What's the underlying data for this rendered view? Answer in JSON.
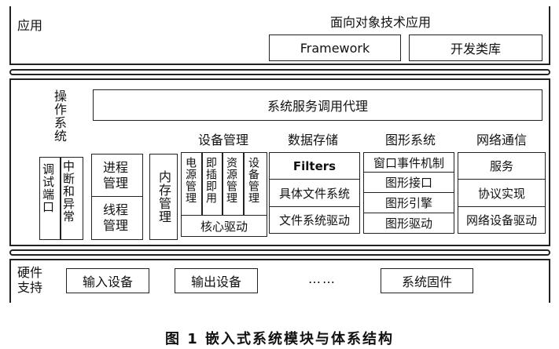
{
  "app": {
    "label": "应用",
    "oo_title": "面向对象技术应用",
    "framework": "Framework",
    "devlib": "开发类库"
  },
  "os": {
    "label": "操作系统",
    "service_proxy": "系统服务调用代理",
    "debug_port": "调试端口",
    "interrupt": "中断和异常",
    "process_mgmt": "进程管理",
    "thread_mgmt": "线程管理",
    "memory_mgmt": "内存管理",
    "device": {
      "title": "设备管理",
      "power": "电源管理",
      "plug": "即插即用",
      "resource": "资源管理",
      "devmgmt": "设备管理",
      "core_driver": "核心驱动"
    },
    "storage": {
      "title": "数据存储",
      "filters": "Filters",
      "fs": "具体文件系统",
      "fs_driver": "文件系统驱动"
    },
    "graphics": {
      "title": "图形系统",
      "window_event": "窗口事件机制",
      "interface": "图形接口",
      "engine": "图形引擎",
      "driver": "图形驱动"
    },
    "network": {
      "title": "网络通信",
      "service": "服务",
      "protocol": "协议实现",
      "driver": "网络设备驱动"
    }
  },
  "hw": {
    "label": "硬件支持",
    "input": "输入设备",
    "output": "输出设备",
    "dots": "……",
    "firmware": "系统固件"
  },
  "caption": "图 1    嵌入式系统模块与体系结构"
}
